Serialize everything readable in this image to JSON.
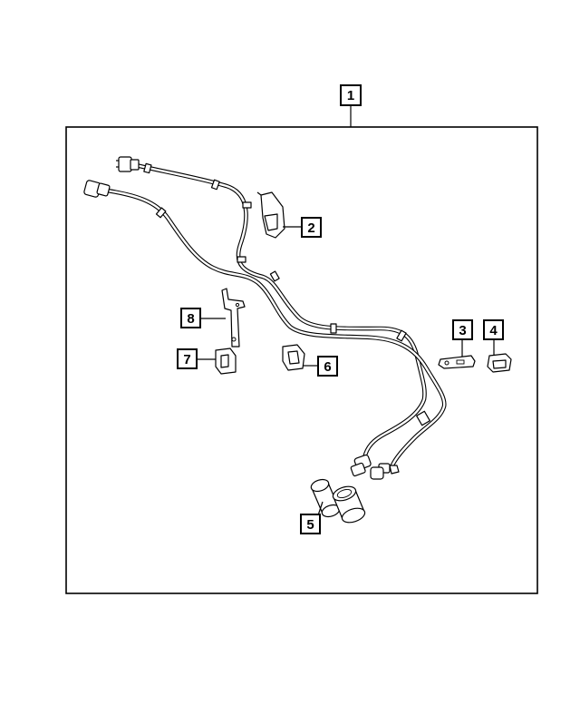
{
  "assembly_callout": "1",
  "callouts": [
    {
      "id": "callout-2",
      "label": "2",
      "part": "harness-clip"
    },
    {
      "id": "callout-3",
      "label": "3",
      "part": "bracket-strap"
    },
    {
      "id": "callout-4",
      "label": "4",
      "part": "connector-clip"
    },
    {
      "id": "callout-5",
      "label": "5",
      "part": "insulator-sleeves"
    },
    {
      "id": "callout-6",
      "label": "6",
      "part": "retainer-clip"
    },
    {
      "id": "callout-7",
      "label": "7",
      "part": "grommet-clip"
    },
    {
      "id": "callout-8",
      "label": "8",
      "part": "mounting-bracket"
    }
  ],
  "colors": {
    "line": "#000000",
    "background": "#ffffff"
  }
}
